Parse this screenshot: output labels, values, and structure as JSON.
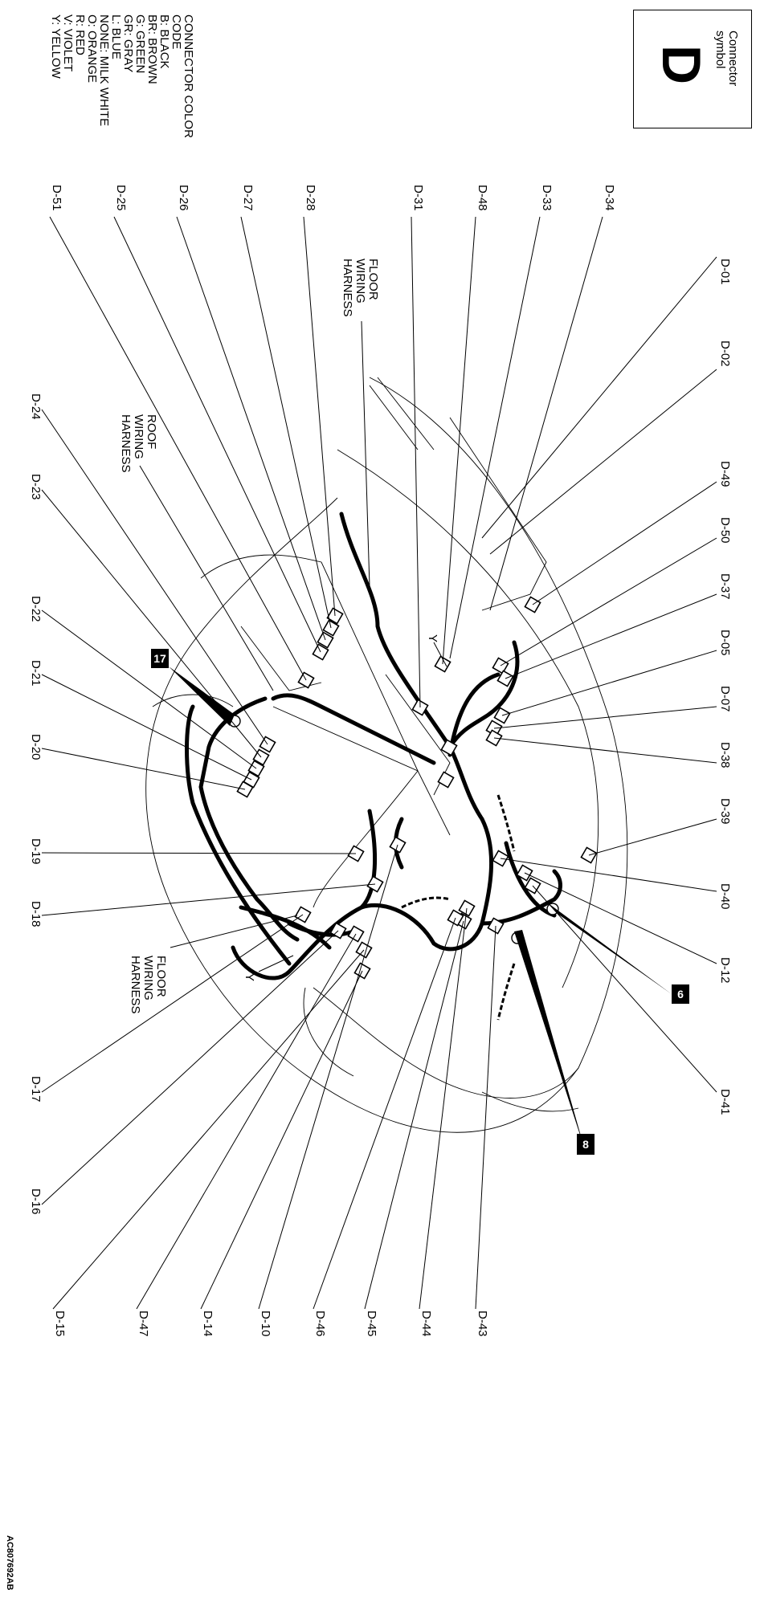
{
  "connector_symbol": {
    "caption_lines": [
      "Connector",
      "symbol"
    ],
    "letter": "D"
  },
  "legend": [
    "CONNECTOR COLOR",
    "CODE",
    "B: BLACK",
    "BR: BROWN",
    "G: GREEN",
    "GR: GRAY",
    "L: BLUE",
    "NONE: MILK WHITE",
    "O: ORANGE",
    "R: RED",
    "V: VIOLET",
    "Y: YELLOW"
  ],
  "harness_labels": {
    "floor_top": [
      "FLOOR",
      "WIRING",
      "HARNESS"
    ],
    "roof": [
      "ROOF",
      "WIRING",
      "HARNESS"
    ],
    "floor_bottom": [
      "FLOOR",
      "WIRING",
      "HARNESS"
    ]
  },
  "wire_color_marks": {
    "top": "Y",
    "bottom": "Y"
  },
  "connectors": {
    "right": [
      "D-01",
      "D-02",
      "D-49",
      "D-50",
      "D-37",
      "D-05",
      "D-07",
      "D-38",
      "D-39",
      "D-40",
      "D-12",
      "D-41"
    ],
    "top": [
      "D-34",
      "D-33",
      "D-48",
      "D-31",
      "D-28",
      "D-27",
      "D-26",
      "D-25",
      "D-51"
    ],
    "left": [
      "D-24",
      "D-23",
      "D-22",
      "D-21",
      "D-20",
      "D-19",
      "D-18",
      "D-17",
      "D-16"
    ],
    "bottom": [
      "D-43",
      "D-44",
      "D-45",
      "D-46",
      "D-10",
      "D-14",
      "D-47",
      "D-15"
    ]
  },
  "reference_badges": [
    "17",
    "6",
    "8"
  ],
  "document_id": "AC807692AB"
}
